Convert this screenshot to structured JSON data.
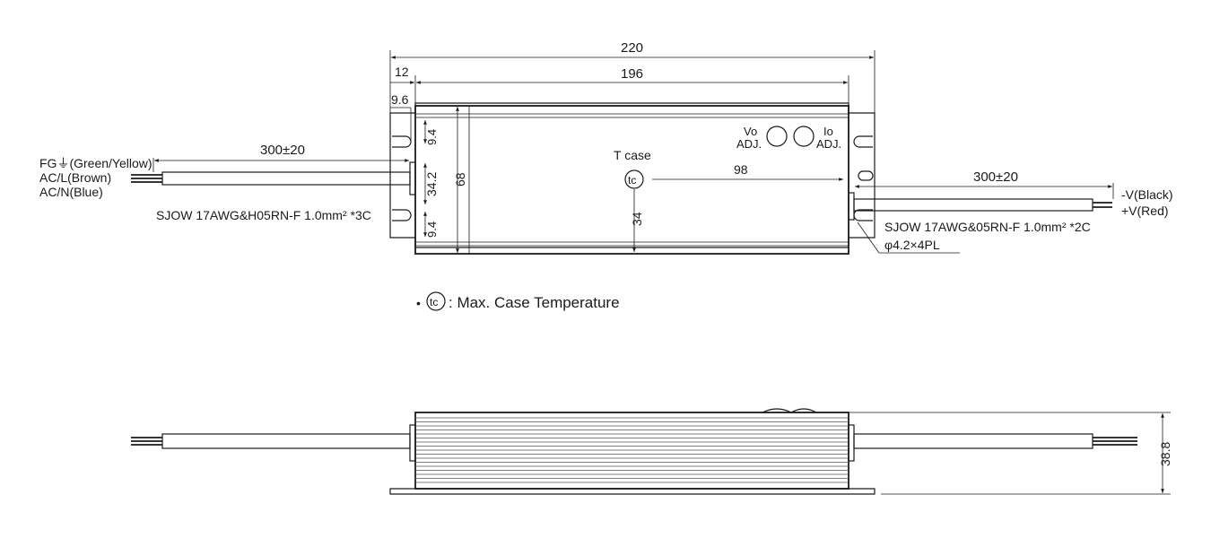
{
  "dimensions": {
    "overall_length": "220",
    "body_length": "196",
    "offset_12": "12",
    "offset_9_6": "9.6",
    "height_68": "68",
    "height_34_2": "34.2",
    "top_9_4": "9.4",
    "bottom_9_4": "9.4",
    "center_34": "34",
    "tc_98": "98",
    "side_height": "38.8"
  },
  "input_cable": {
    "length": "300±20",
    "labels": [
      "FG⏚(Green/Yellow)",
      "AC/L(Brown)",
      "AC/N(Blue)"
    ],
    "spec": "SJOW 17AWG&H05RN-F 1.0mm² *3C"
  },
  "output_cable": {
    "length": "300±20",
    "labels": [
      "-V(Black)",
      "+V(Red)"
    ],
    "spec": "SJOW 17AWG&05RN-F 1.0mm² *2C"
  },
  "holes": "φ4.2×4PL",
  "pots": {
    "vo_line1": "Vo",
    "vo_line2": "ADJ.",
    "io_line1": "Io",
    "io_line2": "ADJ."
  },
  "tcase_label": "T case",
  "tc_symbol": "tc",
  "legend": {
    "bullet": "•",
    "text": ": Max. Case Temperature"
  }
}
